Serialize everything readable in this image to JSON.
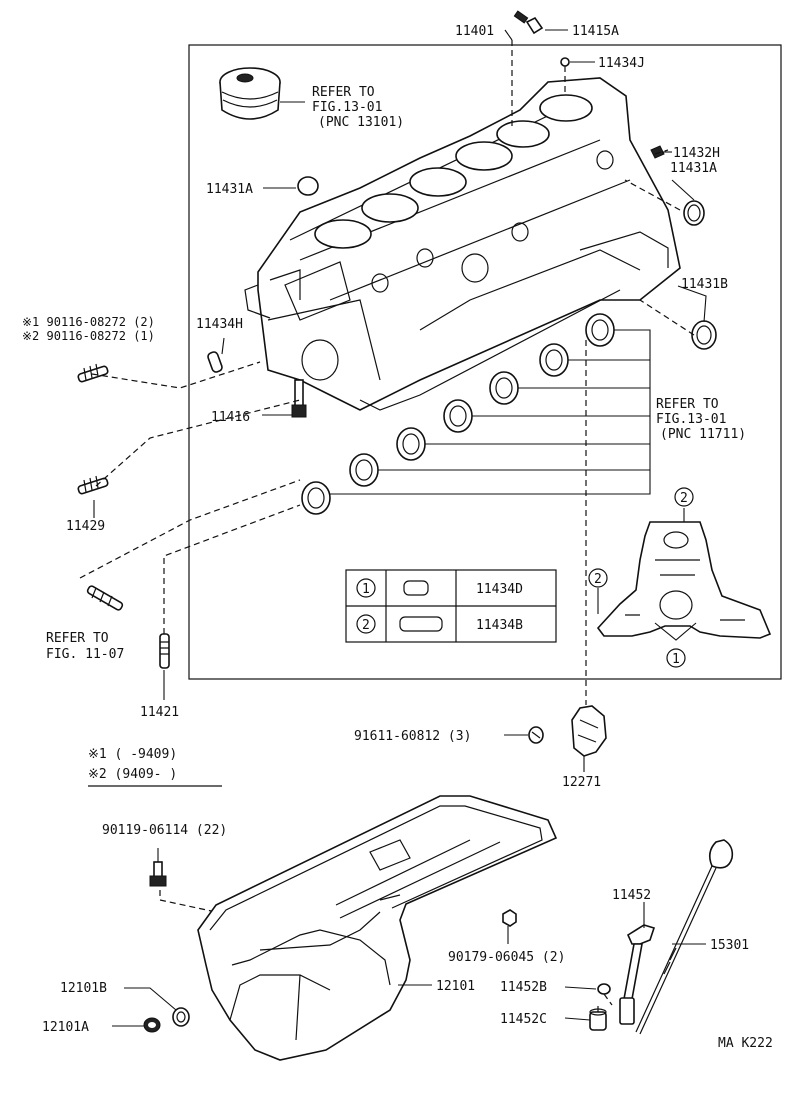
{
  "labels": {
    "p11401": "11401",
    "p11415A": "11415A",
    "p11434J": "11434J",
    "refer_piston_1": "REFER TO",
    "refer_piston_2": "FIG.13-01",
    "refer_piston_3": "(PNC 13101)",
    "p11432H": "11432H",
    "p11431A_right": "11431A",
    "p11431A_left": "11431A",
    "p11431B": "11431B",
    "stud_1": "※1 90116-08272 (2)",
    "stud_2": "※2 90116-08272 (1)",
    "p11434H": "11434H",
    "p11416": "11416",
    "refer_bearing_1": "REFER TO",
    "refer_bearing_2": "FIG.13-01",
    "refer_bearing_3": "(PNC 11711)",
    "p11429": "11429",
    "refer_fig11_1": "REFER TO",
    "refer_fig11_2": "FIG. 11-07",
    "p11421": "11421",
    "legend_1": "※1 (      -9409)",
    "legend_2": "※2 (9409-      )",
    "p91611": "91611-60812 (3)",
    "p12271": "12271",
    "p90119": "90119-06114 (22)",
    "p11452": "11452",
    "p15301": "15301",
    "p90179": "90179-06045 (2)",
    "p12101B": "12101B",
    "p12101": "12101",
    "p11452B": "11452B",
    "p12101A": "12101A",
    "p11452C": "11452C",
    "code": "MA K222"
  },
  "plug_table": [
    {
      "num": "1",
      "part": "11434D"
    },
    {
      "num": "2",
      "part": "11434B"
    }
  ],
  "callouts": {
    "one": "1",
    "two": "2"
  }
}
